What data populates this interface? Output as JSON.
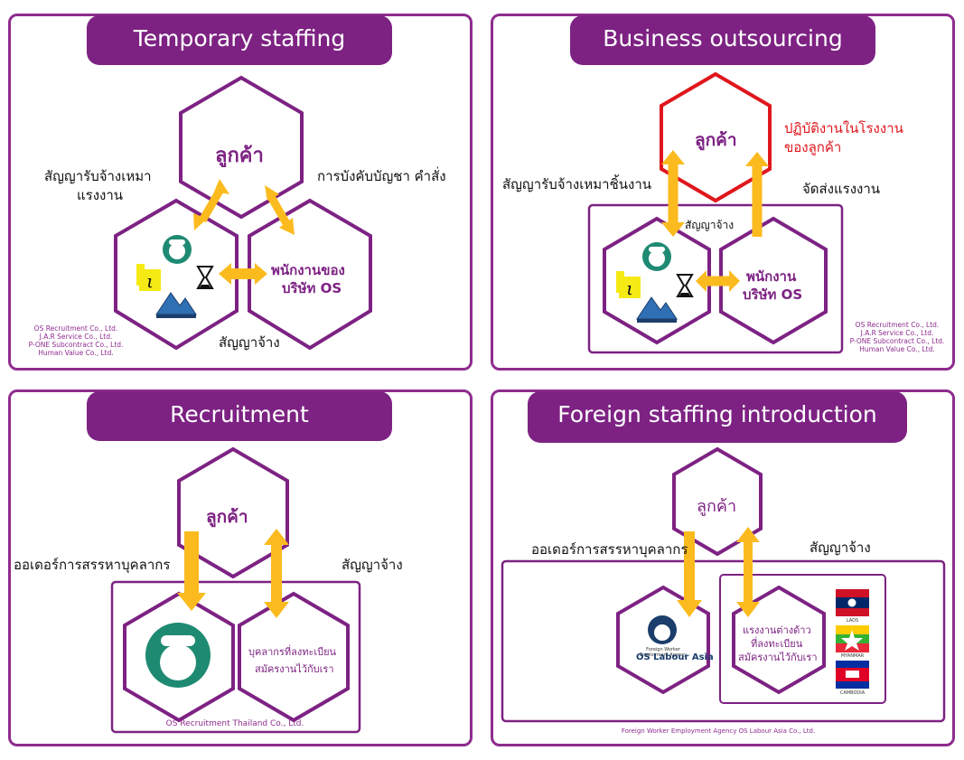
{
  "panels": {
    "temporary": {
      "title": "Temporary staffing",
      "customer": "ลูกค้า",
      "label_left_1": "สัญญารับจ้างเหมา",
      "label_left_2": "แรงงาน",
      "label_right": "การบังคับบัญชา คำสั่ง",
      "label_bottom": "สัญญาจ้าง",
      "employee_1": "พนักงานของ",
      "employee_2": "บริษัท OS",
      "companies": [
        "OS Recruitment Co., Ltd.",
        "J.A.R Service Co., Ltd.",
        "P-ONE Subcontract Co., Ltd.",
        "Human Value Co., Ltd."
      ]
    },
    "outsourcing": {
      "title": "Business outsourcing",
      "customer": "ลูกค้า",
      "label_left": "สัญญารับจ้างเหมาชิ้นงาน",
      "label_red_1": "ปฏิบัติงานในโรงงาน",
      "label_red_2": "ของลูกค้า",
      "label_right": "จัดส่งแรงงาน",
      "label_mid": "สัญญาจ้าง",
      "employee_1": "พนักงาน",
      "employee_2": "บริษัท OS",
      "companies": [
        "OS Recruitment Co., Ltd.",
        "J.A.R Service Co., Ltd.",
        "P-ONE Subcontract Co., Ltd.",
        "Human Value Co., Ltd."
      ]
    },
    "recruitment": {
      "title": "Recruitment",
      "customer": "ลูกค้า",
      "label_left": "ออเดอร์การสรรหาบุคลากร",
      "label_right": "สัญญาจ้าง",
      "registered_1": "บุคลากรที่ลงทะเบียน",
      "registered_2": "สมัครงานไว้กับเรา",
      "footer": "OS Recruitment Thailand Co., Ltd."
    },
    "foreign": {
      "title": "Foreign staffing introduction",
      "customer": "ลูกค้า",
      "label_left": "ออเดอร์การสรรหาบุคลากร",
      "label_right": "สัญญาจ้าง",
      "agency_name": "OS Labour Asia",
      "agency_top": "Foreign Worker Employment Agency",
      "workers_1": "แรงงานต่างด้าว",
      "workers_2": "ที่ลงทะเบียน",
      "workers_3": "สมัครงานไว้กับเรา",
      "flags": [
        "LAOS",
        "MYANMAR",
        "CAMBODIA"
      ],
      "footer": "Foreign Worker Employment Agency OS Labour Asia Co., Ltd."
    }
  },
  "colors": {
    "purple": "#7d2283",
    "arrow": "#fbbb1f",
    "red": "#e0161d",
    "green": "#1e8a72"
  }
}
